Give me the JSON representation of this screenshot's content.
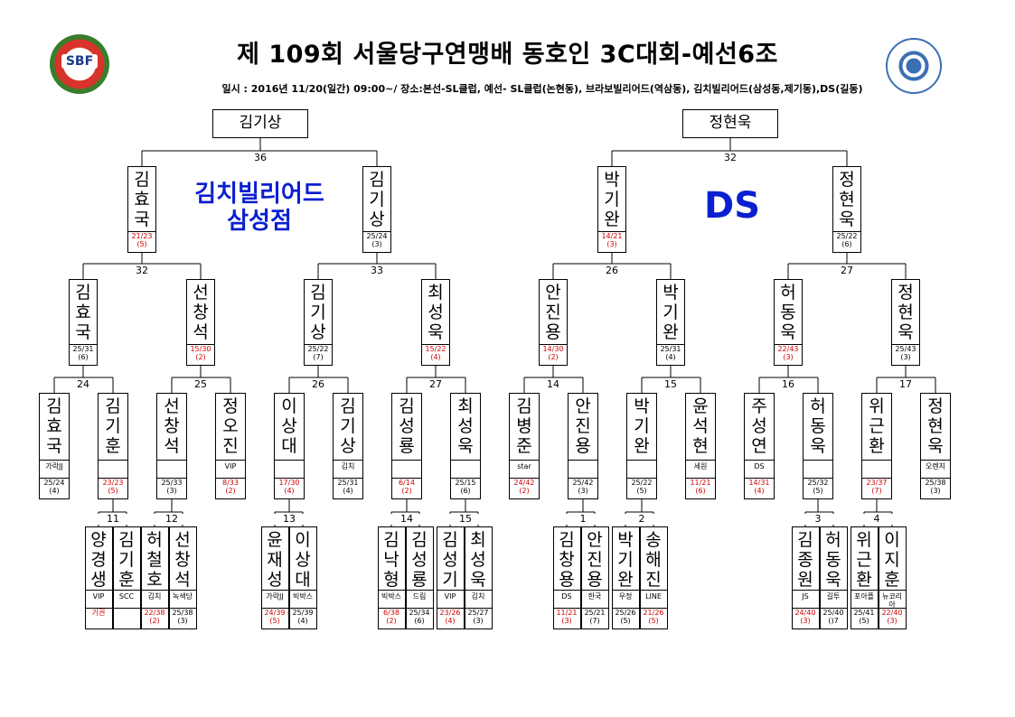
{
  "title": "제 109회 서울당구연맹배 동호인 3C대회-예선6조",
  "info": "일시 : 2016년 11/20(일간) 09:00~/ 장소:본선-SL클럽, 예선- SL클럽(논현동), 브라보빌리어드(역삼동), 김치빌리어드(삼성동,제기동),DS(길동)",
  "logos": {
    "left_text": "SBF",
    "left_icon": "sbf-logo",
    "right_icon": "seoul-sports-council-logo"
  },
  "colors": {
    "red": "#d10000",
    "blue": "#0a1fd0"
  },
  "venues": {
    "left_line1": "김치빌리어드",
    "left_line2": "삼성점",
    "right": "DS"
  },
  "headers": {
    "left": "김기상",
    "right": "정현욱"
  },
  "match_labels": [
    "36",
    "32",
    "32",
    "33",
    "26",
    "27",
    "24",
    "25",
    "26",
    "27",
    "14",
    "15",
    "16",
    "17",
    "11",
    "12",
    "13",
    "14",
    "15",
    "1",
    "2",
    "3",
    "4"
  ],
  "level1": [
    {
      "name": "김효국",
      "score": "21/23",
      "sub": "(5)",
      "red": true
    },
    {
      "name": "김기상",
      "score": "25/24",
      "sub": "(3)",
      "red": false
    },
    {
      "name": "박기완",
      "score": "14/21",
      "sub": "(3)",
      "red": true
    },
    {
      "name": "정현욱",
      "score": "25/22",
      "sub": "(6)",
      "red": false
    }
  ],
  "level2": [
    {
      "name": "김효국",
      "score": "25/31",
      "sub": "(6)",
      "red": false
    },
    {
      "name": "선창석",
      "score": "15/30",
      "sub": "(2)",
      "red": true
    },
    {
      "name": "김기상",
      "score": "25/22",
      "sub": "(7)",
      "red": false
    },
    {
      "name": "최성욱",
      "score": "15/22",
      "sub": "(4)",
      "red": true
    },
    {
      "name": "안진용",
      "score": "14/30",
      "sub": "(2)",
      "red": true
    },
    {
      "name": "박기완",
      "score": "25/31",
      "sub": "(4)",
      "red": false
    },
    {
      "name": "허동욱",
      "score": "22/43",
      "sub": "(3)",
      "red": true
    },
    {
      "name": "정현욱",
      "score": "25/43",
      "sub": "(3)",
      "red": false
    }
  ],
  "level3": [
    {
      "name": "김효국",
      "club": "가락JJ",
      "score": "25/24",
      "sub": "(4)",
      "red": false
    },
    {
      "name": "김기훈",
      "club": "",
      "score": "23/23",
      "sub": "(5)",
      "red": true
    },
    {
      "name": "선창석",
      "club": "",
      "score": "25/33",
      "sub": "(3)",
      "red": false
    },
    {
      "name": "정오진",
      "club": "VIP",
      "score": "8/33",
      "sub": "(2)",
      "red": true
    },
    {
      "name": "이상대",
      "club": "",
      "score": "17/30",
      "sub": "(4)",
      "red": true
    },
    {
      "name": "김기상",
      "club": "김치",
      "score": "25/31",
      "sub": "(4)",
      "red": false
    },
    {
      "name": "김성룡",
      "club": "",
      "score": "6/14",
      "sub": "(2)",
      "red": true
    },
    {
      "name": "최성욱",
      "club": "",
      "score": "25/15",
      "sub": "(6)",
      "red": false
    },
    {
      "name": "김병준",
      "club": "star",
      "score": "24/42",
      "sub": "(2)",
      "red": true
    },
    {
      "name": "안진용",
      "club": "",
      "score": "25/42",
      "sub": "(3)",
      "red": false
    },
    {
      "name": "박기완",
      "club": "",
      "score": "25/22",
      "sub": "(5)",
      "red": false
    },
    {
      "name": "윤석현",
      "club": "세원",
      "score": "11/21",
      "sub": "(6)",
      "red": true
    },
    {
      "name": "주성연",
      "club": "DS",
      "score": "14/31",
      "sub": "(4)",
      "red": true
    },
    {
      "name": "허동욱",
      "club": "",
      "score": "25/32",
      "sub": "(5)",
      "red": false
    },
    {
      "name": "위근환",
      "club": "",
      "score": "23/37",
      "sub": "(7)",
      "red": true
    },
    {
      "name": "정현욱",
      "club": "오렌지",
      "score": "25/38",
      "sub": "(3)",
      "red": false
    }
  ],
  "level4": [
    {
      "name": "양경생",
      "club": "VIP",
      "score": "기권",
      "sub": "",
      "red": true
    },
    {
      "name": "김기훈",
      "club": "SCC",
      "score": "",
      "sub": "",
      "red": false
    },
    {
      "name": "허철호",
      "club": "김치",
      "score": "22/38",
      "sub": "(2)",
      "red": true
    },
    {
      "name": "선창석",
      "club": "녹색당",
      "score": "25/38",
      "sub": "(3)",
      "red": false
    },
    {
      "name": "윤재성",
      "club": "가락JJ",
      "score": "24/39",
      "sub": "(5)",
      "red": true
    },
    {
      "name": "이상대",
      "club": "빅박스",
      "score": "25/39",
      "sub": "(4)",
      "red": false
    },
    {
      "name": "김낙형",
      "club": "빅박스",
      "score": "6/38",
      "sub": "(2)",
      "red": true
    },
    {
      "name": "김성룡",
      "club": "드림",
      "score": "25/34",
      "sub": "(6)",
      "red": false
    },
    {
      "name": "김성기",
      "club": "VIP",
      "score": "23/26",
      "sub": "(4)",
      "red": true
    },
    {
      "name": "최성욱",
      "club": "김치",
      "score": "25/27",
      "sub": "(3)",
      "red": false
    },
    {
      "name": "김창용",
      "club": "DS",
      "score": "11/21",
      "sub": "(3)",
      "red": true
    },
    {
      "name": "안진용",
      "club": "한국",
      "score": "25/21",
      "sub": "(7)",
      "red": false
    },
    {
      "name": "박기완",
      "club": "우정",
      "score": "25/26",
      "sub": "(5)",
      "red": false
    },
    {
      "name": "송해진",
      "club": "LINE",
      "score": "21/26",
      "sub": "(5)",
      "red": true
    },
    {
      "name": "김종원",
      "club": "JS",
      "score": "24/40",
      "sub": "(3)",
      "red": true
    },
    {
      "name": "허동욱",
      "club": "길투",
      "score": "25/40",
      "sub": "()7",
      "red": false
    },
    {
      "name": "위근환",
      "club": "포아플",
      "score": "25/41",
      "sub": "(5)",
      "red": false
    },
    {
      "name": "이지훈",
      "club": "뉴코리아",
      "score": "22/40",
      "sub": "(3)",
      "red": true
    }
  ]
}
